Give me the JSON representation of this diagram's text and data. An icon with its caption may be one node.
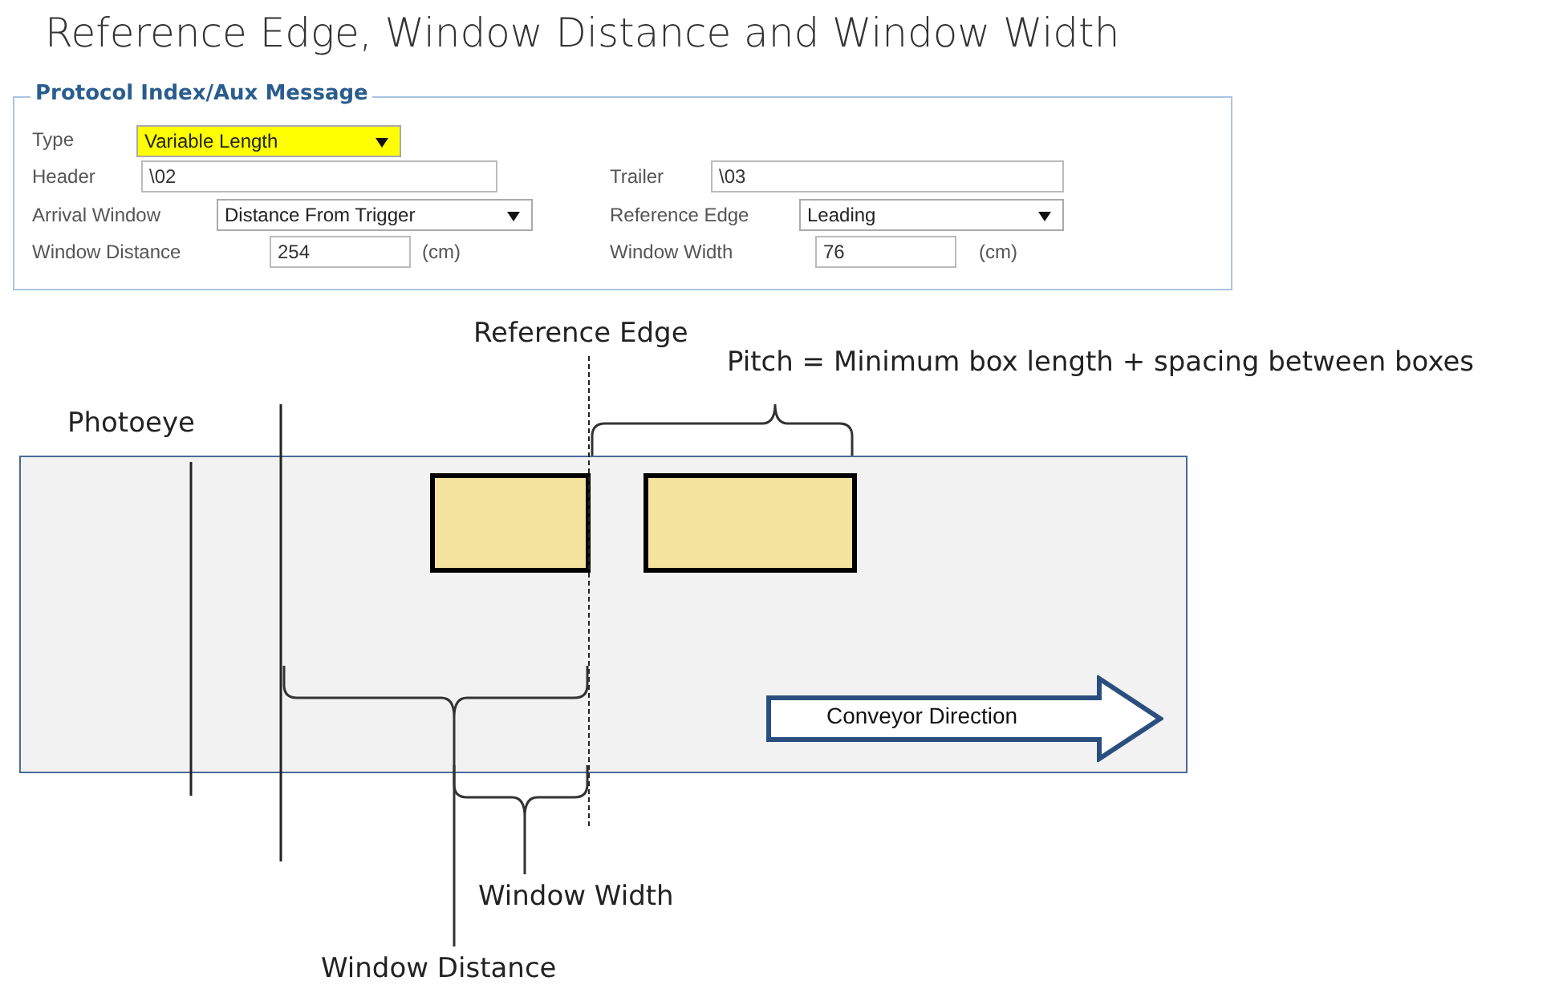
{
  "diagram": {
    "title": "Reference Edge, Window Distance and Window Width",
    "nodes": [
      {
        "text": [
          "Protocol Index/Aux Message"
        ]
      },
      {
        "text": [],
        "shape": "box"
      },
      {
        "text": [],
        "shape": "box",
        "in": 1
      },
      {
        "text": [],
        "shape": "box",
        "in": 1
      },
      {
        "text": [
          "Conveyor Direction"
        ],
        "in": 1
      }
    ],
    "labels": [
      "Type",
      "Variable Length",
      "Header",
      "\\02",
      "Trailer",
      "\\03",
      "Arrival Window",
      "Distance From Trigger",
      "Reference Edge",
      "Leading",
      "Window Distance",
      "254",
      "(cm)",
      "Window Width",
      "76",
      "(cm)",
      "Reference Edge",
      "Pitch = Minimum box length + spacing between boxes",
      "Photoeye",
      "Window Width",
      "Window Distance"
    ]
  }
}
